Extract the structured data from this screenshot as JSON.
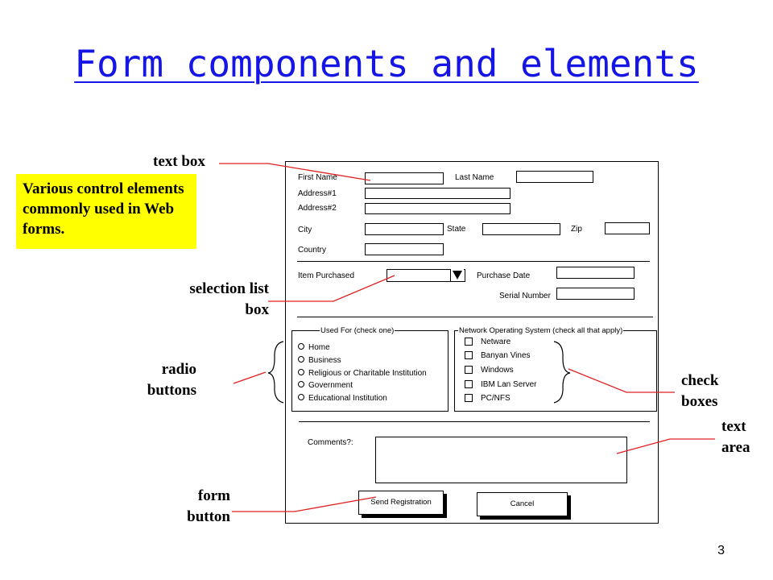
{
  "title": "Form components and elements",
  "note": "Various control elements commonly used in Web forms.",
  "callouts": {
    "text_box": "text box",
    "selection_list_1": "selection list",
    "selection_list_2": "box",
    "radio_1": "radio",
    "radio_2": "buttons",
    "form_1": "form",
    "form_2": "button",
    "check_1": "check",
    "check_2": "boxes",
    "text_1": "text",
    "text_2": "area"
  },
  "page_number": "3",
  "accent_color": "#1515e6",
  "line_color": "#e02020",
  "note_color": "#ffff00",
  "form": {
    "first_name": "First Name",
    "last_name": "Last Name",
    "address1": "Address#1",
    "address2": "Address#2",
    "city": "City",
    "state": "State",
    "zip": "Zip",
    "country": "Country",
    "item_purchased": "Item Purchased",
    "purchase_date": "Purchase Date",
    "serial_number": "Serial Number",
    "used_for_legend": "Used For (check one)",
    "used_for": [
      "Home",
      "Business",
      "Religious or Charitable Institution",
      "Government",
      "Educational Institution"
    ],
    "nos_legend": "Network Operating System (check all that apply)",
    "nos": [
      "Netware",
      "Banyan Vines",
      "Windows",
      "IBM Lan Server",
      "PC/NFS"
    ],
    "comments": "Comments?:",
    "send_button": "Send Registration",
    "cancel_button": "Cancel"
  }
}
